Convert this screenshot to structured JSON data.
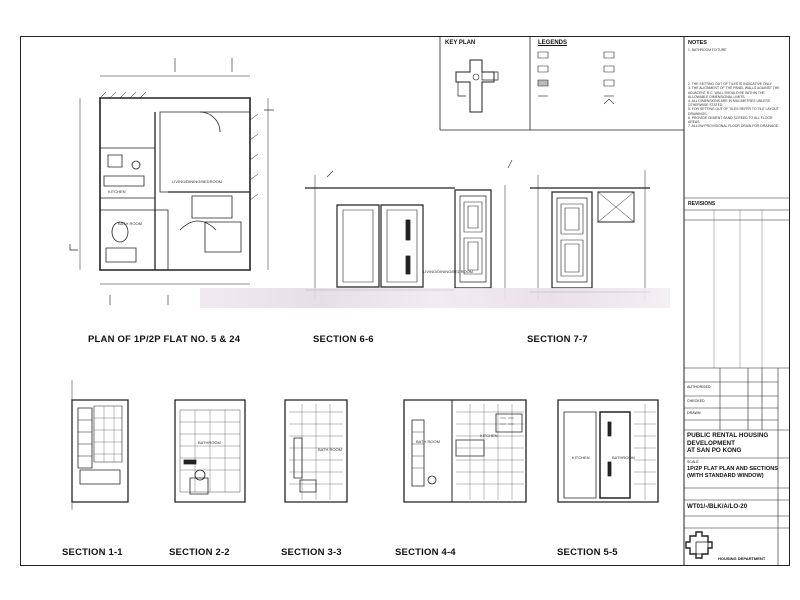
{
  "drawing_titles": {
    "plan": "PLAN OF 1P/2P FLAT NO. 5 & 24",
    "section_6_6": "SECTION 6-6",
    "section_7_7": "SECTION 7-7",
    "section_1_1": "SECTION 1-1",
    "section_2_2": "SECTION 2-2",
    "section_3_3": "SECTION 3-3",
    "section_4_4": "SECTION 4-4",
    "section_5_5": "SECTION 5-5"
  },
  "key_plan": {
    "title": "KEY PLAN"
  },
  "legends": {
    "title": "LEGENDS"
  },
  "room_labels": {
    "living": "LIVING/DINING/BEDROOM",
    "kitchen": "KITCHEN",
    "bathroom": "BATHROOM",
    "bath_room": "BATH ROOM"
  },
  "notes": {
    "title": "NOTES",
    "items": [
      "1. BATHROOM FIXTURE",
      "2. THE SETTING OUT OF TILES IS INDICATIVE ONLY.",
      "3. THE ALIGNMENT OF THE PANEL WALLS AGAINST THE ADJACENT R.C. WALL SHOULD BE WITHIN THE ALLOWABLE DIMENSIONAL LIMITS.",
      "4. ALL DIMENSIONS ARE IN MILLIMETRES UNLESS OTHERWISE STATED.",
      "5. FOR SETTING OUT OF TILES REFER TO TILE LAYOUT DRAWINGS.",
      "6. PROVIDE CEMENT SAND SCREED TO ALL FLOOR AREAS.",
      "7. ALLOW PROVISIONAL FLOOR DRAIN FOR DRAINAGE."
    ]
  },
  "title_block": {
    "revisions": "REVISIONS",
    "project_lines": [
      "PUBLIC RENTAL HOUSING",
      "DEVELOPMENT",
      "AT SAN PO KONG"
    ],
    "drawing_lines": [
      "1P/2P FLAT PLAN AND SECTIONS",
      "(WITH STANDARD WINDOW)"
    ],
    "drawing_no": "WT01/-/BLK/A/LO-20",
    "department": "HOUSING DEPARTMENT",
    "roles": [
      "AUTHORISED",
      "CHECKED",
      "DRAWN",
      "SCALE"
    ]
  },
  "colors": {
    "line": "#222222",
    "paper": "#ffffff",
    "blur": "#e8dde6"
  }
}
